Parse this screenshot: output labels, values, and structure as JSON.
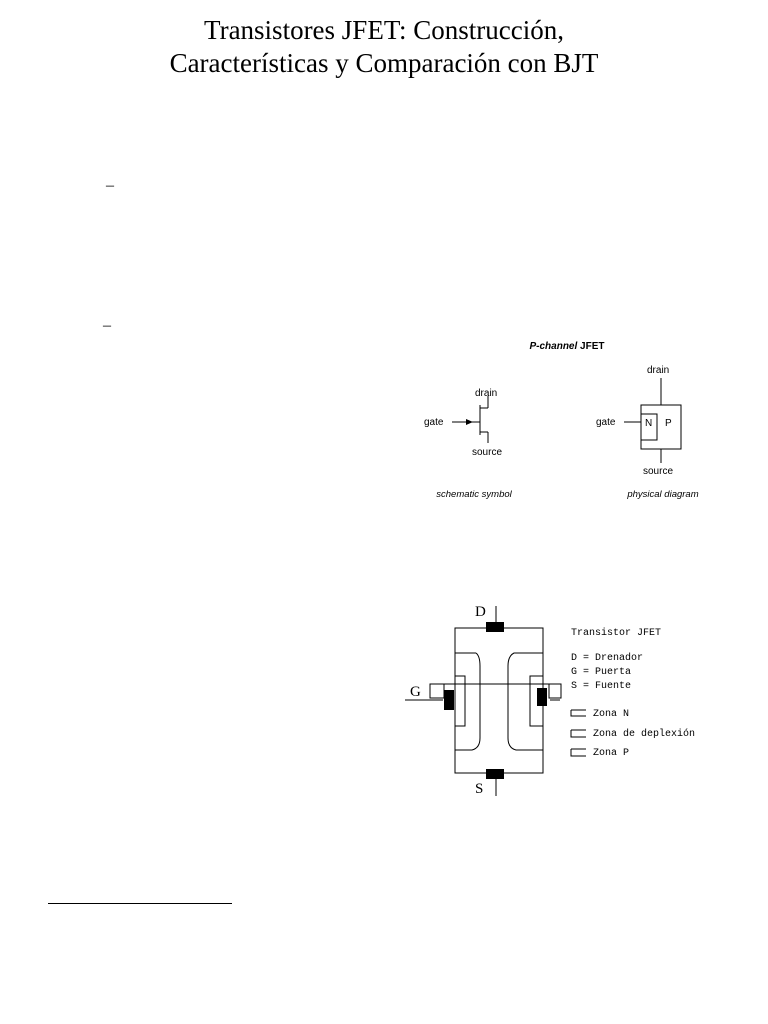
{
  "document": {
    "title_line_1": "Transistores JFET: Construcción,",
    "title_line_2": "Características y Comparación con BJT",
    "bullet_1": "–",
    "bullet_2": "–"
  },
  "figure_pchannel": {
    "heading_italic": "P-channel",
    "heading_rest": " JFET",
    "symbol": {
      "drain_label": "drain",
      "gate_label": "gate",
      "source_label": "source",
      "caption": "schematic symbol"
    },
    "physical": {
      "drain_label": "drain",
      "gate_label": "gate",
      "source_label": "source",
      "n_label": "N",
      "p_label": "P",
      "caption": "physical diagram"
    }
  },
  "figure_jfet": {
    "d_label": "D",
    "g_label": "G",
    "s_label": "S",
    "legend_title": "Transistor JFET",
    "legend_d": "D = Drenador",
    "legend_g": "G = Puerta",
    "legend_s": "S = Fuente",
    "zone_n": "Zona N",
    "zone_depletion": "Zona de deplexión",
    "zone_p": "Zona P"
  }
}
